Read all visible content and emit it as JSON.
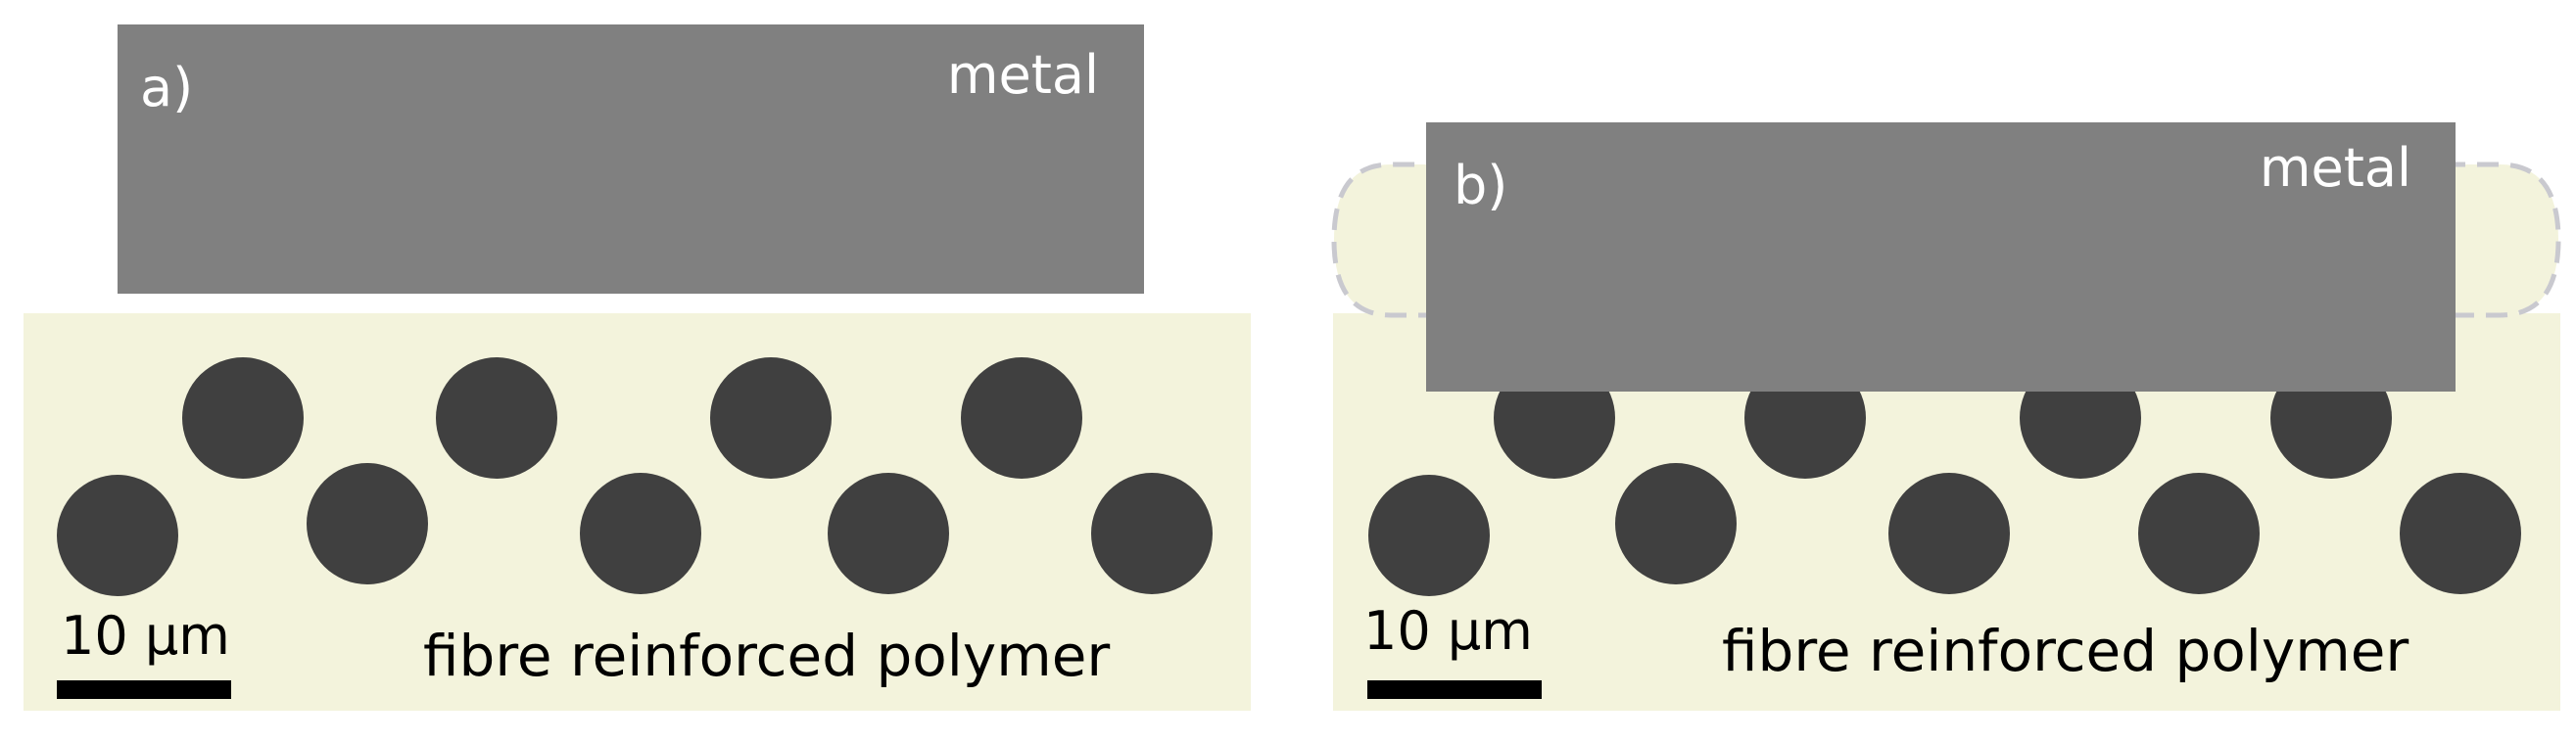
{
  "panels": [
    {
      "id": "a",
      "panel_label": "a)",
      "metal_label": "metal",
      "polymer_label": "fibre reinforced polymer",
      "scale_bar_label": "10 µm"
    },
    {
      "id": "b",
      "panel_label": "b)",
      "metal_label": "metal",
      "polymer_label": "fibre reinforced polymer",
      "scale_bar_label": "10 µm"
    }
  ],
  "colors": {
    "metal": "#808080",
    "polymer": "#f3f3dc",
    "fibre": "#404040",
    "scale_bar": "#000000",
    "dashed_outline": "#c9c9cf",
    "metal_text": "#ffffff",
    "dark_text": "#000000"
  }
}
